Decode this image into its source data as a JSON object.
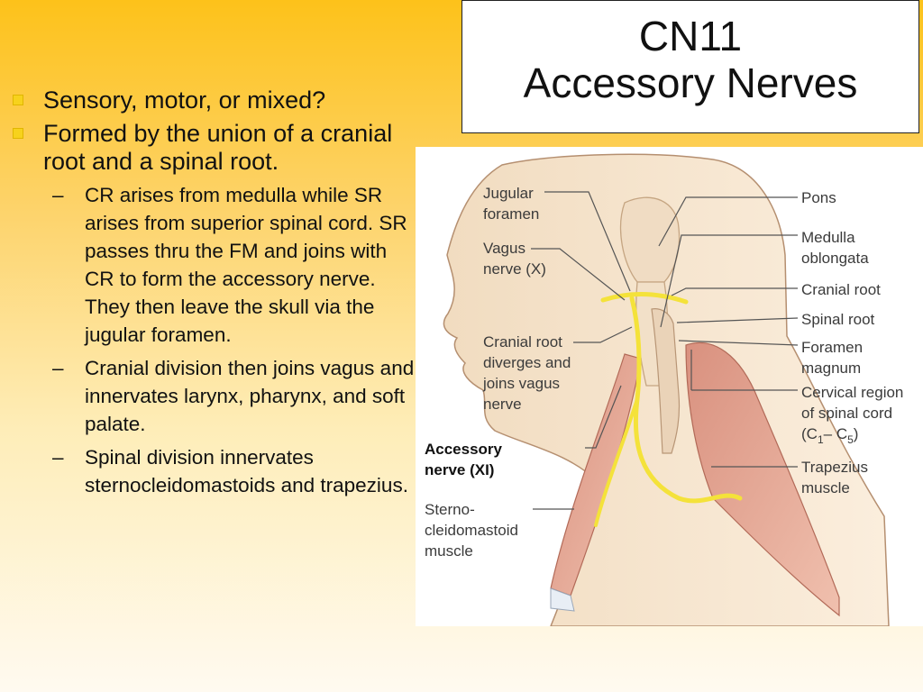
{
  "title": {
    "line1": "CN11",
    "line2": "Accessory Nerves"
  },
  "bullets": [
    {
      "text": "Sensory, motor, or mixed?",
      "subs": []
    },
    {
      "text": "Formed by the union of a cranial root and a spinal root.",
      "subs": [
        "CR arises from medulla while SR arises from superior spinal cord.  SR passes thru the FM and joins with CR to form the accessory nerve.  They then leave the skull via the jugular foramen.",
        "Cranial division then joins vagus and innervates larynx, pharynx, and soft palate.",
        "Spinal division innervates sternocleidomastoids and trapezius."
      ]
    }
  ],
  "sub_marker": "–",
  "figure": {
    "labels_left": {
      "jugular": [
        "Jugular",
        "foramen"
      ],
      "vagus": [
        "Vagus",
        "nerve (X)"
      ],
      "cranial_root": [
        "Cranial root",
        "diverges and",
        "joins vagus",
        "nerve"
      ],
      "accessory": [
        "Accessory",
        "nerve (XI)"
      ],
      "scm": [
        "Sterno-",
        "cleidomastoid",
        "muscle"
      ]
    },
    "labels_right": {
      "pons": [
        "Pons"
      ],
      "medulla": [
        "Medulla",
        "oblongata"
      ],
      "cranial_root": [
        "Cranial root"
      ],
      "spinal_root": [
        "Spinal root"
      ],
      "foramen_magnum": [
        "Foramen",
        "magnum"
      ],
      "cervical": [
        "Cervical region",
        "of spinal cord"
      ],
      "cervical_c_open": "(C",
      "cervical_sub1": "1",
      "cervical_dash": "– C",
      "cervical_sub5": "5",
      "cervical_c_close": ")",
      "trapezius": [
        "Trapezius",
        "muscle"
      ]
    }
  },
  "colors": {
    "background_top": "#fdc21a",
    "bullet": "#f7d21c",
    "nerve": "#f4e23a"
  }
}
